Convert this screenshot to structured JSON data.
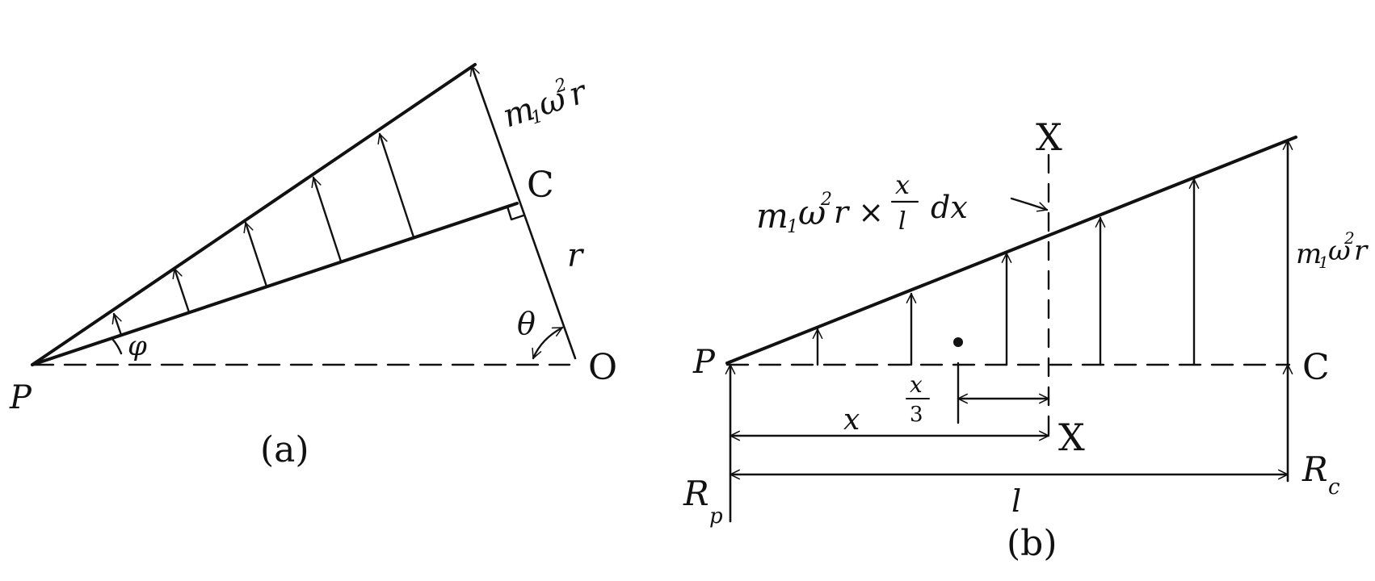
{
  "figure_a": {
    "caption": "(a)",
    "labels": {
      "P": "P",
      "O": "O",
      "C": "C",
      "r": "r",
      "theta": "θ",
      "phi": "φ",
      "max_force_m": "m",
      "max_force_sub": "1",
      "max_force_rest": "ω",
      "max_force_sup": "2",
      "max_force_r": "r"
    }
  },
  "figure_b": {
    "caption": "(b)",
    "labels": {
      "P": "P",
      "C": "C",
      "X_top": "X",
      "X_bottom": "X",
      "R_p": "R",
      "R_p_sub": "p",
      "R_c": "R",
      "R_c_sub": "c",
      "x": "x",
      "l": "l",
      "x3_num": "x",
      "x3_den": "3",
      "load_m": "m",
      "load_sub": "1",
      "load_omega": "ω",
      "load_sup": "2",
      "load_rx": "r ×",
      "load_frac_num": "x",
      "load_frac_den": "l",
      "load_dx": "dx",
      "end_m": "m",
      "end_sub": "1",
      "end_omega": "ω",
      "end_sup": "2",
      "end_r": "r"
    }
  }
}
